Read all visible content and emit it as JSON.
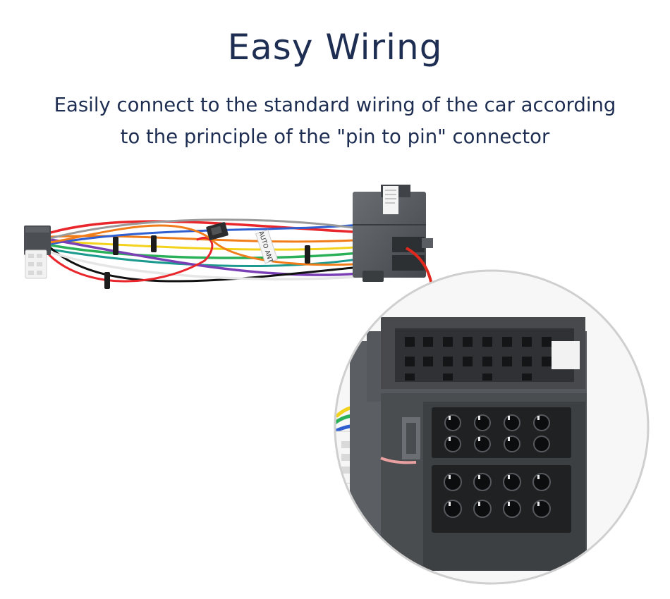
{
  "heading": {
    "title": "Easy Wiring",
    "subtitle_line1": "Easily connect to the standard wiring of the car according",
    "subtitle_line2": "to the principle of the \"pin to pin\" connector"
  },
  "harness": {
    "label": "AUTO ANT",
    "wire_colors": [
      "#e8262b",
      "#f07d1a",
      "#f3d21b",
      "#2bb05a",
      "#1d9a8f",
      "#2f5fd0",
      "#7a3fb5",
      "#111111",
      "#9a9a9a",
      "#e6e6e6"
    ]
  },
  "colors": {
    "heading_text": "#1e2d52",
    "arrow": "#e0281e",
    "connector_body": "#55595d",
    "callout_border": "#cfcfcf"
  }
}
